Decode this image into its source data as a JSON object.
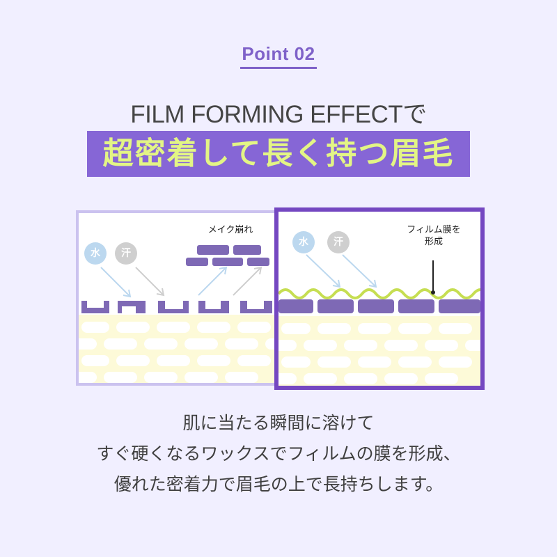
{
  "header": {
    "point_label": "Point 02",
    "subtitle": "FILM FORMING EFFECTで",
    "banner": "超密着して長く持つ眉毛"
  },
  "colors": {
    "background": "#f1efff",
    "accent_purple": "#8666d6",
    "banner_text": "#e3f585",
    "brick": "#7e69b5",
    "skin": "#fdfad8",
    "film": "#c6de52"
  },
  "left_panel": {
    "label": "メイク崩れ",
    "water": "水",
    "sweat": "汗"
  },
  "right_panel": {
    "label_line1": "フィルム膜を",
    "label_line2": "形成",
    "water": "水",
    "sweat": "汗"
  },
  "description": {
    "line1": "肌に当たる瞬間に溶けて",
    "line2": "すぐ硬くなるワックスでフィルムの膜を形成、",
    "line3": "優れた密着力で眉毛の上で長持ちします。"
  }
}
